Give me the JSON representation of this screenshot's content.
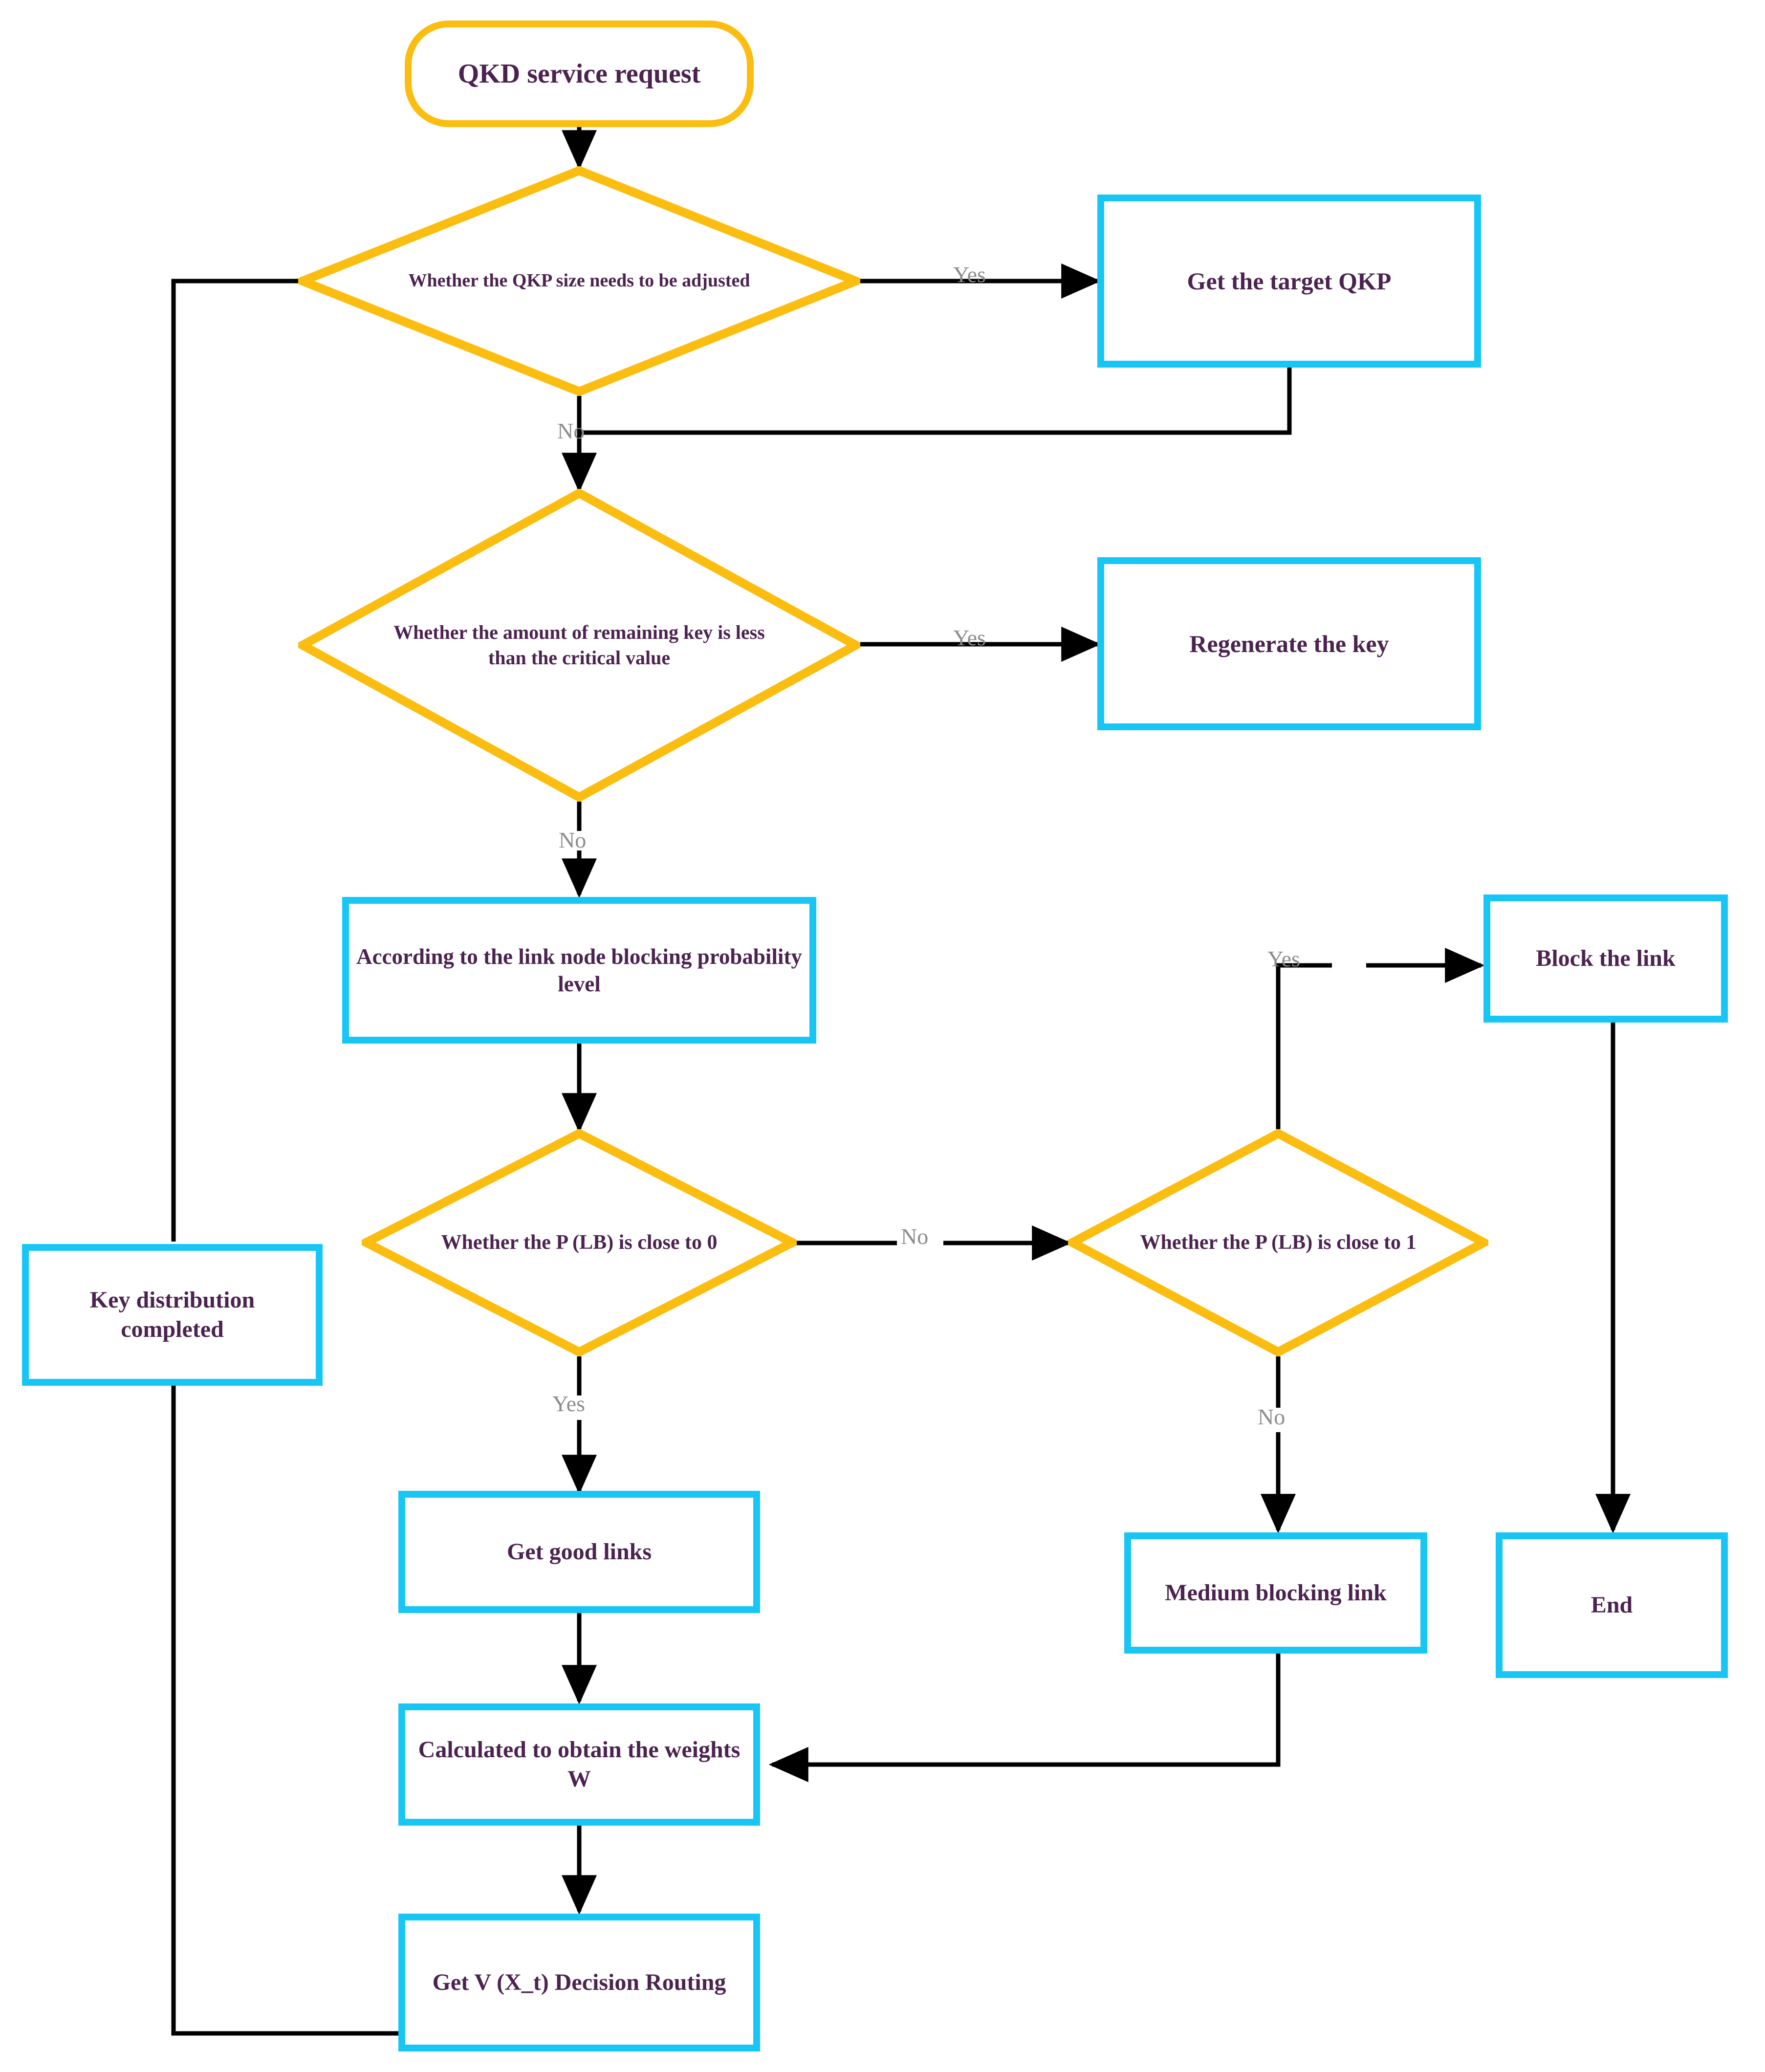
{
  "diagram": {
    "title_text": "QKD routing decision flowchart",
    "colors": {
      "terminator_border": "#fbbd10",
      "decision_border": "#fbbd10",
      "process_border": "#18c6f5",
      "node_text": "#4c2350",
      "edge_line": "#000000",
      "edge_label": "#8c8c8c",
      "background": "#ffffff"
    },
    "nodes": [
      {
        "id": "start",
        "shape": "terminator",
        "label": "QKD service request"
      },
      {
        "id": "d_qkp",
        "shape": "decision",
        "label": "Whether the QKP size needs to be adjusted"
      },
      {
        "id": "get_qkp",
        "shape": "process",
        "label": "Get the target QKP"
      },
      {
        "id": "d_remain",
        "shape": "decision",
        "label": "Whether the amount of remaining key is less than the critical value"
      },
      {
        "id": "regen",
        "shape": "process",
        "label": "Regenerate the key"
      },
      {
        "id": "according",
        "shape": "process",
        "label": "According to the link node blocking probability level"
      },
      {
        "id": "d_plb0",
        "shape": "decision",
        "label": "Whether the P (LB) is close to 0"
      },
      {
        "id": "d_plb1",
        "shape": "decision",
        "label": "Whether the P (LB) is close to 1"
      },
      {
        "id": "block",
        "shape": "process",
        "label": "Block the link"
      },
      {
        "id": "end",
        "shape": "process",
        "label": "End"
      },
      {
        "id": "medium",
        "shape": "process",
        "label": "Medium blocking link"
      },
      {
        "id": "good",
        "shape": "process",
        "label": "Get good links"
      },
      {
        "id": "weights",
        "shape": "process",
        "label": "Calculated to obtain the weights W"
      },
      {
        "id": "routing",
        "shape": "process",
        "label": "Get V (X_t) Decision Routing"
      },
      {
        "id": "keydone",
        "shape": "process",
        "label": "Key distribution completed"
      }
    ],
    "edge_labels": {
      "qkp_yes": "Yes",
      "qkp_no": "No",
      "remain_yes": "Yes",
      "remain_no": "No",
      "plb0_yes": "Yes",
      "plb0_no": "No",
      "plb1_yes": "Yes",
      "plb1_no": "No"
    },
    "edges": [
      {
        "from": "start",
        "to": "d_qkp",
        "label": ""
      },
      {
        "from": "d_qkp",
        "to": "get_qkp",
        "label": "Yes"
      },
      {
        "from": "d_qkp",
        "to": "d_remain",
        "label": "No"
      },
      {
        "from": "get_qkp",
        "to": "d_remain",
        "label": ""
      },
      {
        "from": "d_remain",
        "to": "regen",
        "label": "Yes"
      },
      {
        "from": "d_remain",
        "to": "according",
        "label": "No"
      },
      {
        "from": "according",
        "to": "d_plb0",
        "label": ""
      },
      {
        "from": "d_plb0",
        "to": "good",
        "label": "Yes"
      },
      {
        "from": "d_plb0",
        "to": "d_plb1",
        "label": "No"
      },
      {
        "from": "d_plb1",
        "to": "block",
        "label": "Yes"
      },
      {
        "from": "d_plb1",
        "to": "medium",
        "label": "No"
      },
      {
        "from": "block",
        "to": "end",
        "label": ""
      },
      {
        "from": "good",
        "to": "weights",
        "label": ""
      },
      {
        "from": "medium",
        "to": "weights",
        "label": ""
      },
      {
        "from": "weights",
        "to": "routing",
        "label": ""
      },
      {
        "from": "routing",
        "to": "keydone",
        "label": ""
      },
      {
        "from": "keydone",
        "to": "d_qkp",
        "label": ""
      }
    ]
  }
}
